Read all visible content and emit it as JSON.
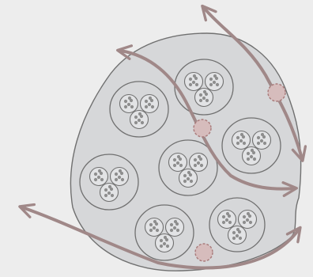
{
  "diagram": {
    "colors": {
      "background": "#ededed",
      "body_fill": "#d6d7d9",
      "outline": "#707070",
      "path": "#a08888",
      "marker_fill": "#d6bcbc",
      "marker_stroke": "#a87a7a",
      "dot": "#8e8e8e"
    },
    "groups": [
      {
        "name": "cluster-group-top",
        "clusters": 3
      },
      {
        "name": "cluster-group-upper-left",
        "clusters": 3
      },
      {
        "name": "cluster-group-right",
        "clusters": 3
      },
      {
        "name": "cluster-group-left",
        "clusters": 3
      },
      {
        "name": "cluster-group-center",
        "clusters": 3
      },
      {
        "name": "cluster-group-bottom",
        "clusters": 3
      },
      {
        "name": "cluster-group-bottom-right",
        "clusters": 3
      }
    ],
    "paths": [
      {
        "name": "path-top-right",
        "arrow": "both"
      },
      {
        "name": "path-middle",
        "arrow": "both"
      },
      {
        "name": "path-bottom",
        "arrow": "both"
      }
    ],
    "markers": [
      {
        "name": "marker-right"
      },
      {
        "name": "marker-center"
      },
      {
        "name": "marker-bottom"
      }
    ]
  }
}
